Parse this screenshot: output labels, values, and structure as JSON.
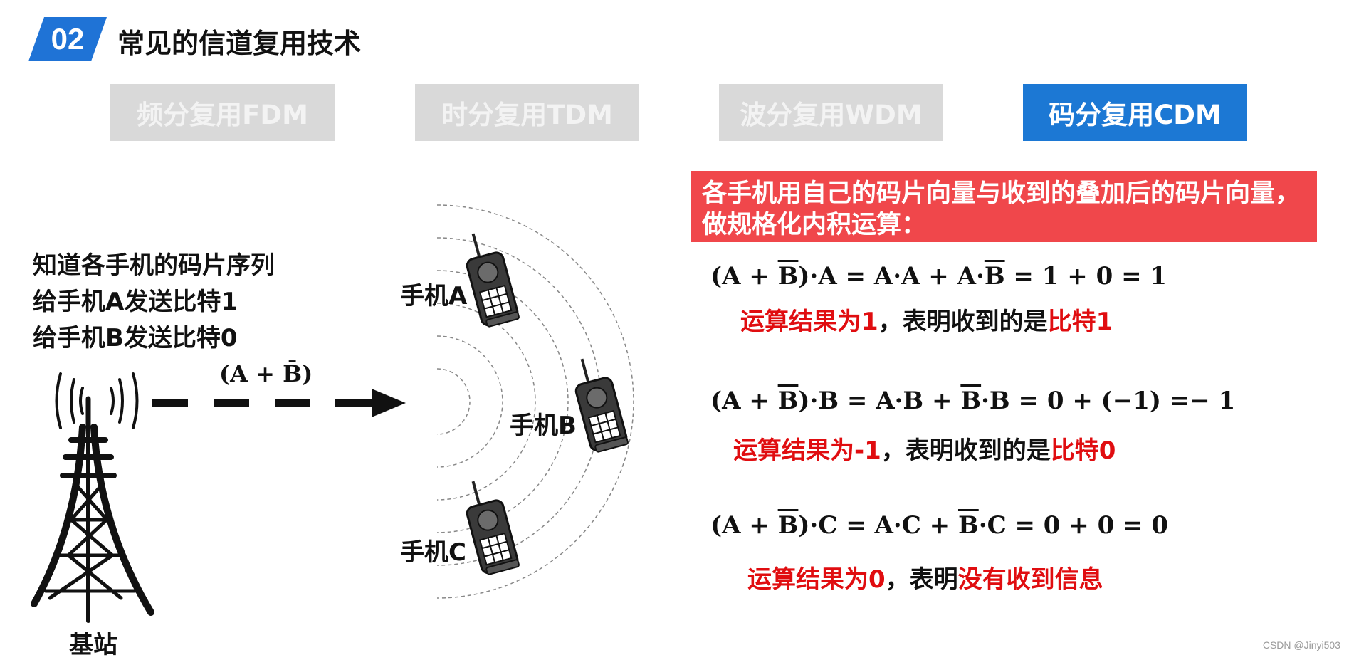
{
  "header": {
    "badge": "02",
    "title": "常见的信道复用技术"
  },
  "tabs": [
    {
      "label": "频分复用FDM",
      "active": false
    },
    {
      "label": "时分复用TDM",
      "active": false
    },
    {
      "label": "波分复用WDM",
      "active": false
    },
    {
      "label": "码分复用CDM",
      "active": true
    }
  ],
  "left_notes": [
    "知道各手机的码片序列",
    "给手机A发送比特1",
    "给手机B发送比特0"
  ],
  "station_label": "基站",
  "signal_label": "(A + B̄)",
  "phones": [
    "手机A",
    "手机B",
    "手机C"
  ],
  "red_box": {
    "line1": "各手机用自己的码片向量与收到的叠加后的码片向量，",
    "line2": "做规格化内积运算："
  },
  "results": [
    {
      "formula_lhs": "(A + ",
      "formula_bar": "B",
      "formula_mid": ")·A = A·A + A·",
      "formula_bar2": "B",
      "formula_rhs": " = 1 + 0 = 1",
      "prefix": "运算结果为1",
      "middle": "，表明收到的是",
      "suffix": "比特1"
    },
    {
      "formula_lhs": "(A + ",
      "formula_bar": "B",
      "formula_mid": ")·B = A·B + ",
      "formula_bar2": "B",
      "formula_rhs": "·B = 0 + (−1) =− 1",
      "prefix": "运算结果为-1",
      "middle": "，表明收到的是",
      "suffix": "比特0"
    },
    {
      "formula_lhs": "(A + ",
      "formula_bar": "B",
      "formula_mid": ")·C = A·C + ",
      "formula_bar2": "B",
      "formula_rhs": "·C = 0 + 0 = 0",
      "prefix": "运算结果为0",
      "middle": "，表明",
      "suffix": "没有收到信息"
    }
  ],
  "watermark": "CSDN @Jinyi503",
  "colors": {
    "accent_blue": "#1c78d4",
    "tab_inactive": "#d9d9d9",
    "red_box": "#f0474b",
    "red_text": "#e00d10"
  },
  "icons": [
    "radio-tower-icon",
    "mobile-phone-icon",
    "signal-arrow-icon"
  ]
}
